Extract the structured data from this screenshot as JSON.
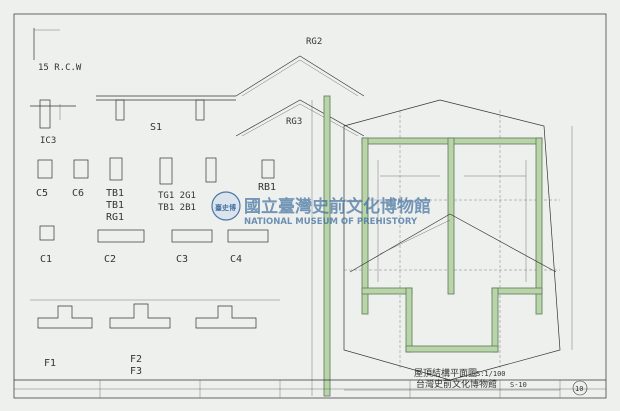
{
  "sheet": {
    "background": "#eef0ee",
    "wall_color": "#b9d4a9",
    "watermark_color": "#3a6a9c"
  },
  "labels": {
    "rcw": "15 R.C.W",
    "ic3": "IC3",
    "s1": "S1",
    "c5": "C5",
    "c6": "C6",
    "tb1a": "TB1",
    "tb1b": "TB1",
    "rg1": "RG1",
    "tg1": "TG1 2G1",
    "tg1b": "TB1 2B1",
    "rb1": "RB1",
    "c1": "C1",
    "c2": "C2",
    "c3": "C3",
    "c4": "C4",
    "f1": "F1",
    "f2": "F2",
    "f3": "F3",
    "rg2": "RG2",
    "rg3": "RG3",
    "plan_title": "屋頂結構平面圖",
    "plan_scale": "S:1/100",
    "footer_title": "台灣史前文化博物館",
    "footer_sheet": "S-10",
    "page_no": "10"
  },
  "watermark": {
    "chinese": "國立臺灣史前文化博物館",
    "english": "NATIONAL MUSEUM OF PREHISTORY",
    "seal": "臺史博"
  }
}
